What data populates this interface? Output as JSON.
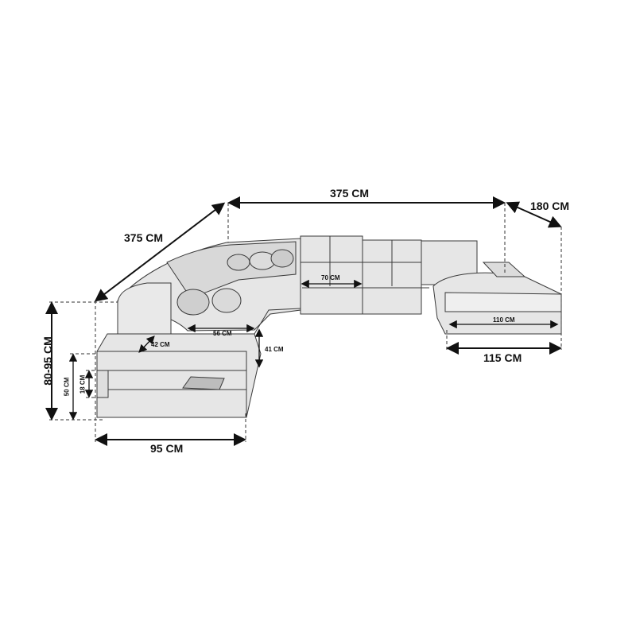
{
  "dimensions": {
    "total_width": "375 CM",
    "total_depth_left": "375 CM",
    "right_depth": "180 CM",
    "height": "80-95 CM",
    "seat_height": "50 CM",
    "base_height": "18 CM",
    "armrest_width": "42 CM",
    "seat_depth": "56 CM",
    "armrest_height": "41 CM",
    "back_cushion_width": "70 CM",
    "chaise_inner_width": "110 CM",
    "chaise_width": "115 CM",
    "left_end_width": "95 CM"
  },
  "colors": {
    "line": "#111111",
    "sofa_fill": "#e4e4e4",
    "sofa_stroke": "#3a3a3a"
  }
}
